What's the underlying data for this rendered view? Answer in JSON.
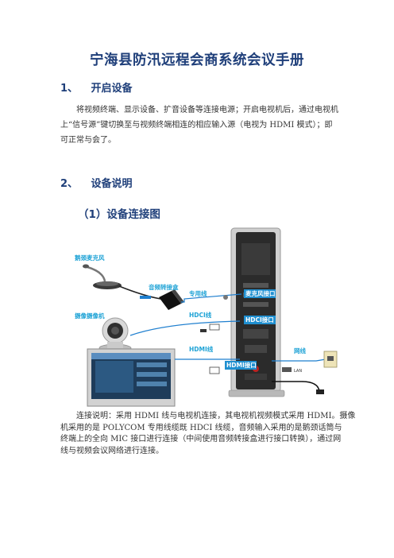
{
  "document": {
    "title": "宁海县防汛远程会商系统会议手册",
    "sections": [
      {
        "number": "1、",
        "title": "开启设备",
        "paragraph_lines": [
          "将视频终端、显示设备、扩音设备等连接电源；开启电视机后，通过电视机",
          "上“信号源”键切换至与视频终端相连的相应输入源（电视为 HDMI 模式）；即",
          "可正常与会了。"
        ]
      },
      {
        "number": "2、",
        "title": "设备说明",
        "subsection": "（1）设备连接图"
      }
    ],
    "caption_lines": [
      "连接说明：采用 HDMI 线与电视机连接，其电视机视频模式采用 HDMI。摄像",
      "机采用的是 POLYCOM 专用线缆既 HDCI 线缆，音频输入采用的是鹅颈话筒与",
      "终端上的全向 MIC 接口进行连接（中间使用音频转接盒进行接口转换），通过网",
      "线与视频会议网络进行连接。"
    ]
  },
  "diagram": {
    "labels": {
      "microphone": "鹅颈麦克风",
      "audio_adapter": "音频转接盒",
      "dedicated_cable": "专用线",
      "mic_port": "麦克风接口",
      "camera": "摄像摄像机",
      "hdci_cable": "HDCI线",
      "hdci_port": "HDCI接口",
      "hdmi_cable": "HDMI线",
      "hdmi_port": "HDMI接口",
      "network_cable": "网线",
      "lan": "LAN"
    },
    "colors": {
      "label": "#1fa3d6",
      "callout_fill": "#1f8fd0",
      "connector_line": "#1f7fcf",
      "terminal_body": "#2a2a2a",
      "terminal_frame": "#c9c9c9"
    }
  }
}
